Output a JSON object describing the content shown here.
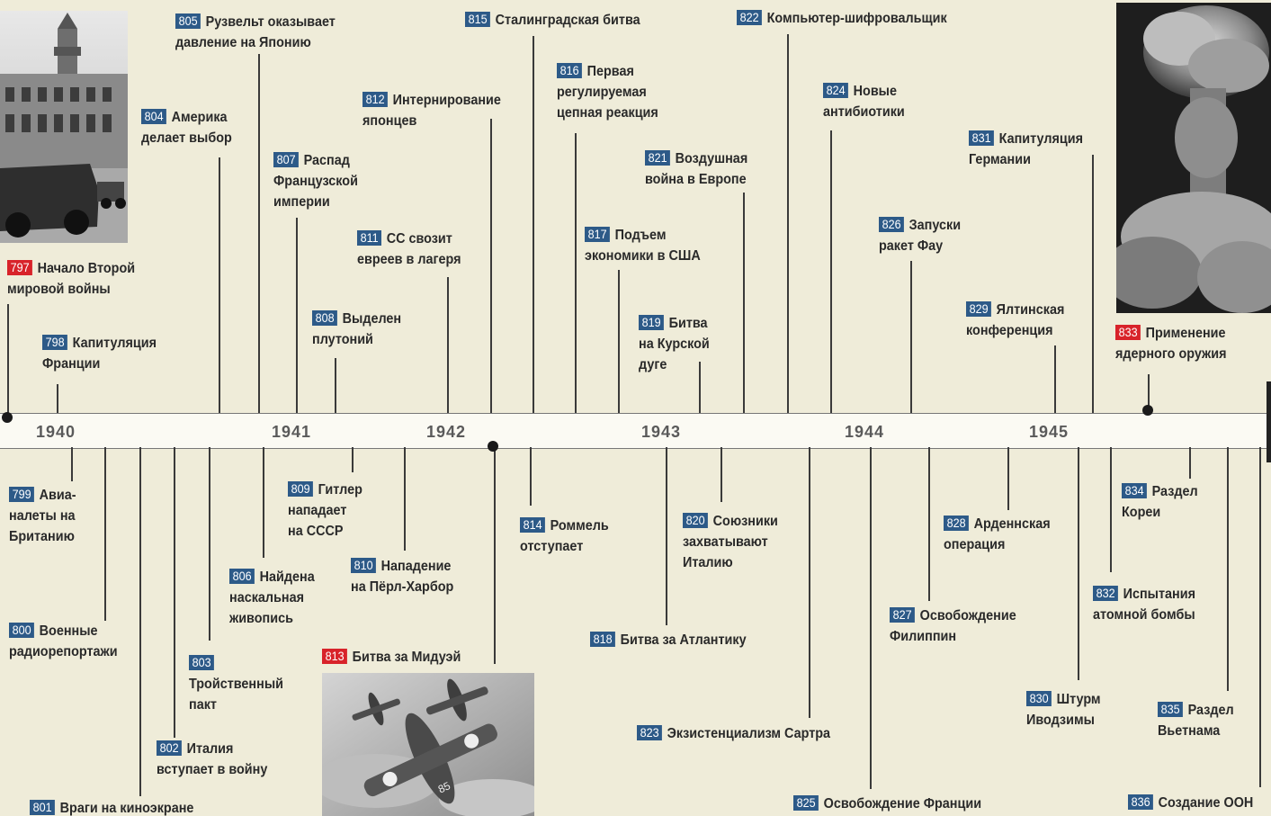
{
  "years": [
    "1940",
    "1941",
    "1942",
    "1943",
    "1944",
    "1945"
  ],
  "events": [
    {
      "num": "797",
      "text": "Начало Второй\nмировой войны",
      "red": true
    },
    {
      "num": "798",
      "text": "Капитуляция\nФранции"
    },
    {
      "num": "799",
      "text": "Авиа-\nналеты на\nБританию"
    },
    {
      "num": "800",
      "text": "Военные\nрадиорепортажи"
    },
    {
      "num": "801",
      "text": "Враги на киноэкране"
    },
    {
      "num": "802",
      "text": "Италия\nвступает в войну"
    },
    {
      "num": "803",
      "text": "\nТройственный\nпакт"
    },
    {
      "num": "804",
      "text": "Америка\nделает выбор"
    },
    {
      "num": "805",
      "text": "Рузвельт оказывает\nдавление на Японию"
    },
    {
      "num": "806",
      "text": "Найдена\nнаскальная\nживопись"
    },
    {
      "num": "807",
      "text": "Распад\nФранцузской\nимперии"
    },
    {
      "num": "808",
      "text": "Выделен\nплутоний"
    },
    {
      "num": "809",
      "text": "Гитлер\nнападает\nна СССР"
    },
    {
      "num": "810",
      "text": "Нападение\nна Пёрл-Харбор"
    },
    {
      "num": "811",
      "text": "СС свозит\nевреев в лагеря"
    },
    {
      "num": "812",
      "text": "Интернирование\nяпонцев"
    },
    {
      "num": "813",
      "text": "Битва за Мидуэй",
      "red": true
    },
    {
      "num": "814",
      "text": "Роммель\nотступает"
    },
    {
      "num": "815",
      "text": "Сталинградская битва"
    },
    {
      "num": "816",
      "text": "Первая\nрегулируемая\nцепная  реакция"
    },
    {
      "num": "817",
      "text": "Подъем\nэкономики в США"
    },
    {
      "num": "818",
      "text": "Битва за Атлантику"
    },
    {
      "num": "819",
      "text": "Битва\nна Курской\nдуге"
    },
    {
      "num": "820",
      "text": "Союзники\nзахватывают\nИталию"
    },
    {
      "num": "821",
      "text": "Воздушная\nвойна в Европе"
    },
    {
      "num": "822",
      "text": "Компьютер-шифровальщик"
    },
    {
      "num": "823",
      "text": "Экзистенциализм Сартра"
    },
    {
      "num": "824",
      "text": "Новые\nантибиотики"
    },
    {
      "num": "825",
      "text": "Освобождение Франции"
    },
    {
      "num": "826",
      "text": "Запуски\nракет Фау"
    },
    {
      "num": "827",
      "text": "Освобождение\nФилиппин"
    },
    {
      "num": "828",
      "text": "Арденнская\nоперация"
    },
    {
      "num": "829",
      "text": "Ялтинская\nконференция"
    },
    {
      "num": "830",
      "text": "Штурм\nИводзимы"
    },
    {
      "num": "831",
      "text": "Капитуляция\nГермании"
    },
    {
      "num": "832",
      "text": "Испытания\nатомной бомбы"
    },
    {
      "num": "833",
      "text": "Применение\nядерного оружия",
      "red": true
    },
    {
      "num": "834",
      "text": "Раздел\nКореи"
    },
    {
      "num": "835",
      "text": "Раздел\nВьетнама"
    },
    {
      "num": "836",
      "text": "Создание ООН"
    }
  ],
  "photos": [
    "berlin-street-photo",
    "dive-bombers-photo",
    "nuclear-mushroom-cloud-photo"
  ]
}
